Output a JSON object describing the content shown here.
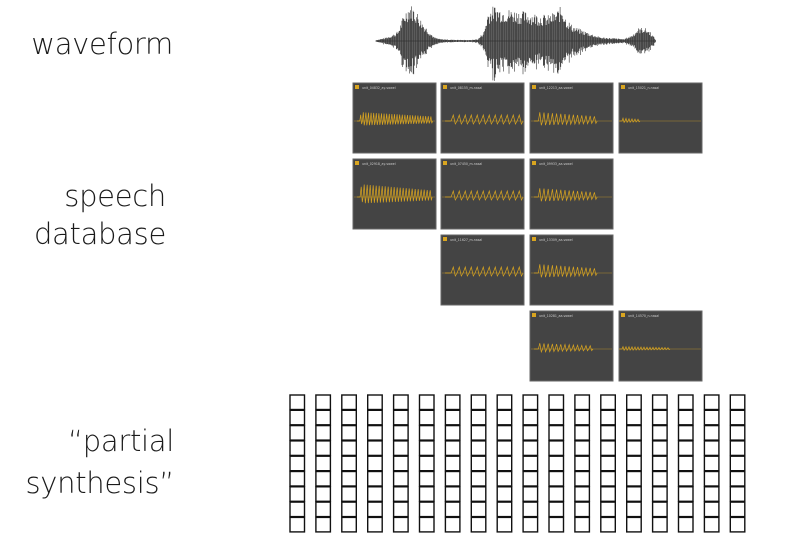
{
  "labels": {
    "waveform": "waveform",
    "speech_database_line1": "speech",
    "speech_database_line2": "database",
    "partial_synthesis_line1": "“partial",
    "partial_synthesis_line2": "synthesis”"
  },
  "colors": {
    "panel_bg": "#444444",
    "panel_border": "#666666",
    "signal": "#d9a520",
    "waveform": "#333333",
    "grid_stroke": "#111111"
  },
  "database_rows": [
    [
      "unit_04832_ay-vowel",
      "unit_08155_m-nasal",
      "unit_12213_aa-vowel",
      "unit_15021_n-nasal"
    ],
    [
      "unit_02918_ay-vowel",
      "unit_07450_m-nasal",
      "unit_09933_aa-vowel"
    ],
    [
      "unit_11627_m-nasal",
      "unit_13309_aa-vowel"
    ],
    [
      "unit_10281_aa-vowel",
      "unit_14570_n-nasal"
    ]
  ],
  "grid": {
    "columns": 18,
    "rows": 9
  }
}
